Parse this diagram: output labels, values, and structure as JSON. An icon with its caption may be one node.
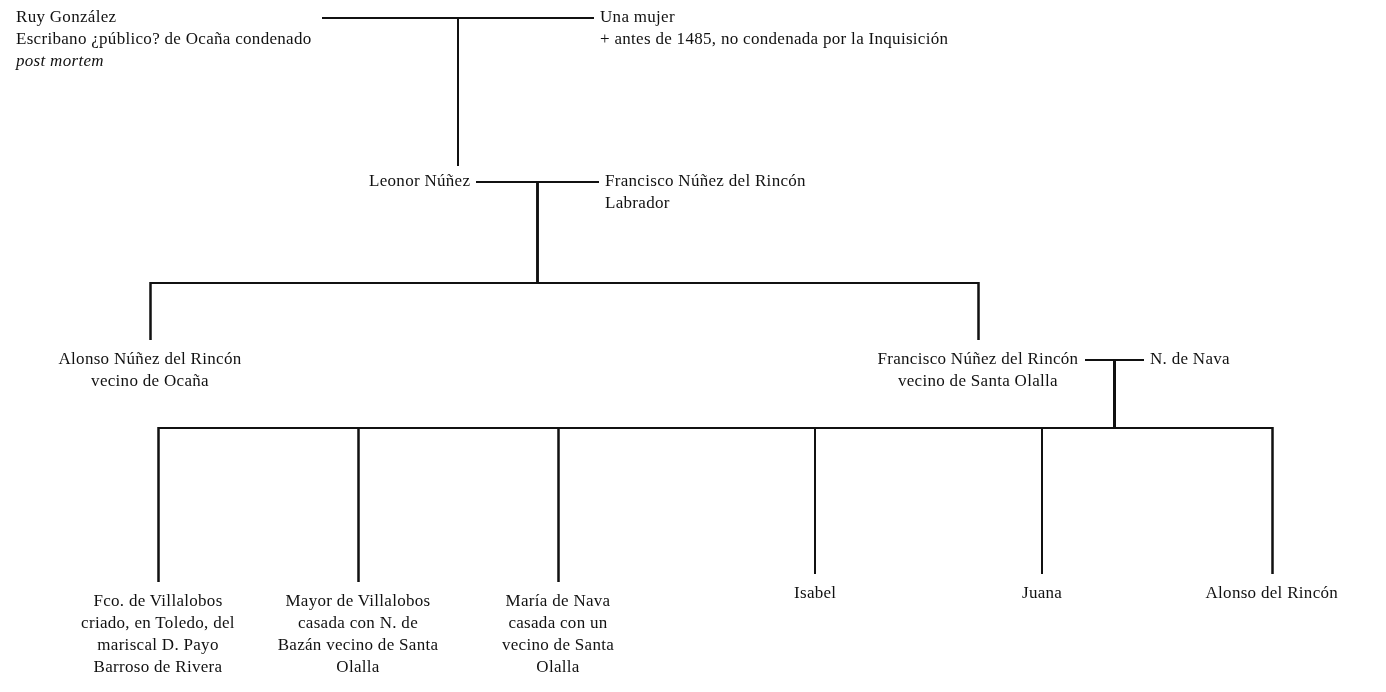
{
  "diagram": {
    "nodes": [
      {
        "text": [
          "Ruy González",
          "Escribano ¿público? de Ocaña condenado *post mortem*"
        ]
      },
      {
        "text": [
          "Una mujer",
          "+ antes de 1485, no condenada por la Inquisición"
        ]
      },
      {
        "text": [
          "Leonor Núñez"
        ]
      },
      {
        "text": [
          "Francisco Núñez del Rincón",
          "Labrador"
        ]
      },
      {
        "text": [
          "Alonso Núñez del Rincón",
          "vecino de Ocaña"
        ]
      },
      {
        "text": [
          "Francisco Núñez del Rincón",
          "vecino de Santa Olalla"
        ]
      },
      {
        "text": [
          "N. de Nava"
        ]
      },
      {
        "text": [
          "Fco. de Villalobos",
          "criado, en Toledo, del mariscal D. Payo Barroso de Rivera"
        ]
      },
      {
        "text": [
          "Mayor de Villalobos",
          "casada con N. de Bazán vecino de Santa Olalla"
        ]
      },
      {
        "text": [
          "María de Nava",
          "casada con un vecino de Santa Olalla"
        ]
      },
      {
        "text": [
          "Isabel"
        ]
      },
      {
        "text": [
          "Juana"
        ]
      },
      {
        "text": [
          "Alonso del Rincón"
        ]
      }
    ],
    "edges": [
      {
        "from": 0,
        "to": 1,
        "arrow": "none"
      },
      {
        "from": 0,
        "to": 2,
        "arrow": "none"
      },
      {
        "from": 1,
        "to": 2,
        "arrow": "none"
      },
      {
        "from": 2,
        "to": 3,
        "arrow": "none"
      },
      {
        "from": 2,
        "to": 4,
        "arrow": "none"
      },
      {
        "from": 3,
        "to": 4,
        "arrow": "none"
      },
      {
        "from": 2,
        "to": 5,
        "arrow": "none"
      },
      {
        "from": 3,
        "to": 5,
        "arrow": "none"
      },
      {
        "from": 5,
        "to": 6,
        "arrow": "none"
      },
      {
        "from": 5,
        "to": 7,
        "arrow": "none"
      },
      {
        "from": 6,
        "to": 7,
        "arrow": "none"
      },
      {
        "from": 5,
        "to": 8,
        "arrow": "none"
      },
      {
        "from": 6,
        "to": 8,
        "arrow": "none"
      },
      {
        "from": 5,
        "to": 9,
        "arrow": "none"
      },
      {
        "from": 6,
        "to": 9,
        "arrow": "none"
      },
      {
        "from": 5,
        "to": 10,
        "arrow": "none"
      },
      {
        "from": 6,
        "to": 10,
        "arrow": "none"
      },
      {
        "from": 5,
        "to": 11,
        "arrow": "none"
      },
      {
        "from": 6,
        "to": 11,
        "arrow": "none"
      },
      {
        "from": 5,
        "to": 12,
        "arrow": "none"
      },
      {
        "from": 6,
        "to": 12,
        "arrow": "none"
      }
    ]
  }
}
